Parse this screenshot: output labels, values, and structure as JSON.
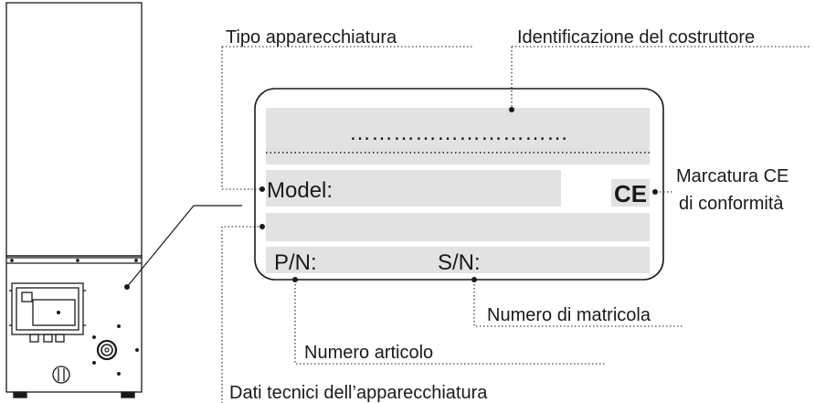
{
  "labels": {
    "tipo": "Tipo apparecchiatura",
    "costruttore": "Identificazione del costruttore",
    "marcatura_1": "Marcatura CE",
    "marcatura_2": "di conformità",
    "matricola": "Numero di matricola",
    "articolo": "Numero articolo",
    "dati": "Dati tecnici dell’apparecchiatura"
  },
  "plate": {
    "dots": "…………………………",
    "model": "Model:",
    "pn": "P/N:",
    "sn": "S/N:",
    "ce_mark": "CE"
  },
  "colors": {
    "plate_field": "#e2e2e2",
    "ink": "#1a1a1a"
  }
}
